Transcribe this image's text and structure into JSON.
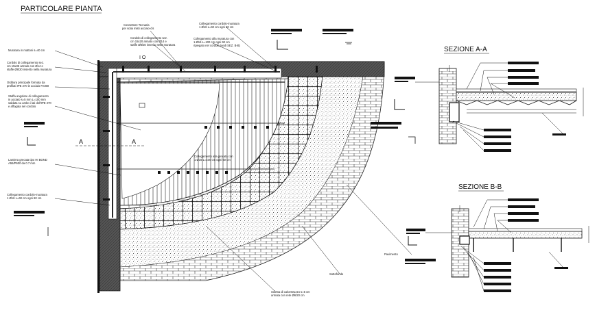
{
  "title": "PARTICOLARE PIANTA",
  "sections": {
    "a": "SEZIONE A-A",
    "b": "SEZIONE B-B"
  },
  "axis_marks": {
    "a_left": "A",
    "a_right": "A"
  },
  "plan_labels": {
    "connettore": [
      "Connettore Tecnaria",
      "per solai misti acciaio-cls"
    ],
    "cordolo_top": [
      "Cordolo di collegamento sez.",
      "cm 15x20 armato con Ø14 e",
      "staffe Ø8/20 inserito nella muratura"
    ],
    "collegamento_top": [
      "Collegamento cordolo-muratura",
      "1 Ø16 L=60 cm ogni 60 cm"
    ],
    "collegamento_alla": [
      "Collegamento alla muratura con",
      "1 Ø16 L=100 cm ogni 60 cm",
      "ripiegato nel cordolo (vedi SEZ. B-B)"
    ],
    "muratura": [
      "Muratura in mattoni s=40 cm"
    ],
    "cordolo_left": [
      "Cordolo di collegamento sez.",
      "cm 15x35 armato con Ø14 e",
      "staffe Ø8/20 inserito nella muratura"
    ],
    "orditura": [
      "Orditura principale formata da",
      "profilati IPE 270 in acciaio Fe360"
    ],
    "staffa": [
      "Staffa angolare di collegamento",
      "in acciaio s=5 mm L=100 mm",
      "saldata su ambo i lati dell'IPE 270",
      "e affogata nel cordolo"
    ],
    "lamiera": [
      "Lamiera grecata tipo HI BOND",
      "A55/P600 da 0.7 mm"
    ],
    "collegamento_grecata": [
      "Collegamento alla grecata con",
      "1 Ø16 L=100 cm ogni 60 cm"
    ],
    "collegamento_left": [
      "Collegamento cordolo-muratura",
      "1 Ø16 L=60 cm ogni 60 cm"
    ],
    "soletta": [
      "Soletta di calcestruzzo s=5 cm",
      "armata con rete Ø6/20 cm"
    ],
    "sottofondo": [
      "Sottofondo"
    ],
    "pavimento": [
      "Pavimento"
    ],
    "io": "I O"
  }
}
